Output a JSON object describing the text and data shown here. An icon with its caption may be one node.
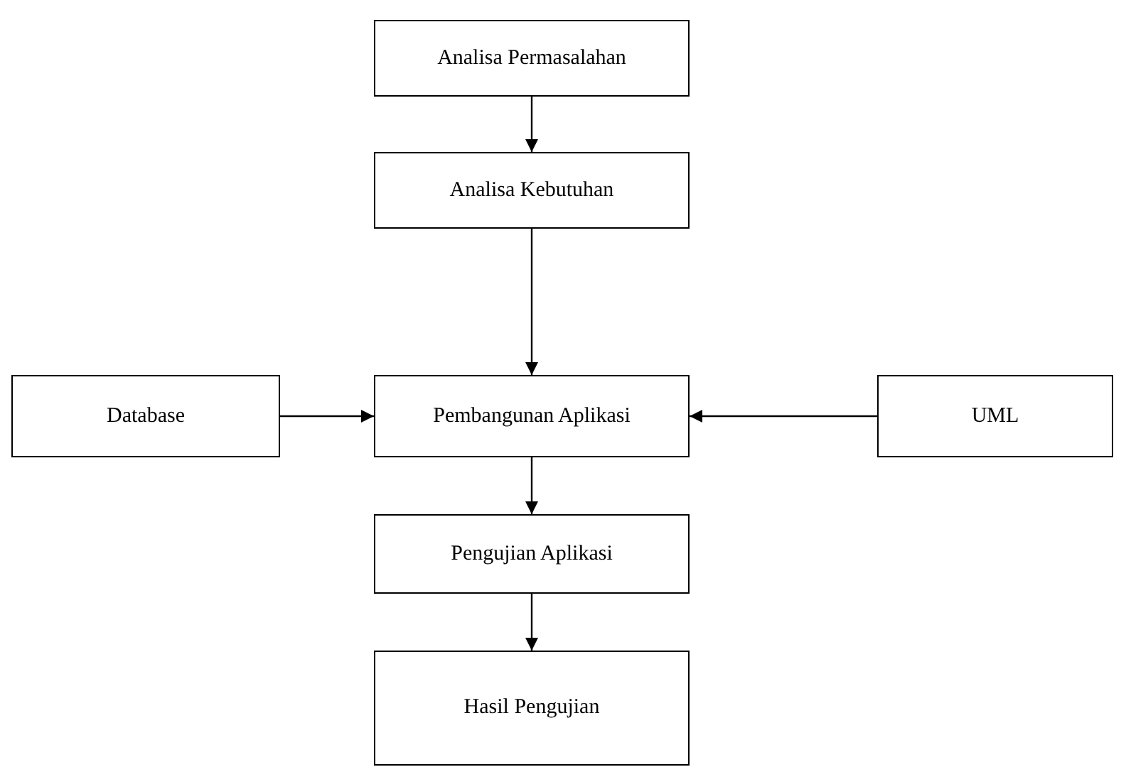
{
  "diagram": {
    "nodes": [
      {
        "text": [
          "Analisa Permasalahan"
        ]
      },
      {
        "text": [
          "Analisa Kebutuhan"
        ]
      },
      {
        "text": [
          "Database"
        ]
      },
      {
        "text": [
          "Pembangunan Aplikasi"
        ]
      },
      {
        "text": [
          "UML"
        ]
      },
      {
        "text": [
          "Pengujian Aplikasi"
        ]
      },
      {
        "text": [
          "Hasil Pengujian"
        ]
      }
    ],
    "edges": [
      {
        "from": 0,
        "to": 1,
        "arrow": "to"
      },
      {
        "from": 1,
        "to": 3,
        "arrow": "to"
      },
      {
        "from": 2,
        "to": 3,
        "arrow": "to"
      },
      {
        "from": 4,
        "to": 3,
        "arrow": "to"
      },
      {
        "from": 3,
        "to": 5,
        "arrow": "to"
      },
      {
        "from": 5,
        "to": 6,
        "arrow": "to"
      }
    ]
  }
}
